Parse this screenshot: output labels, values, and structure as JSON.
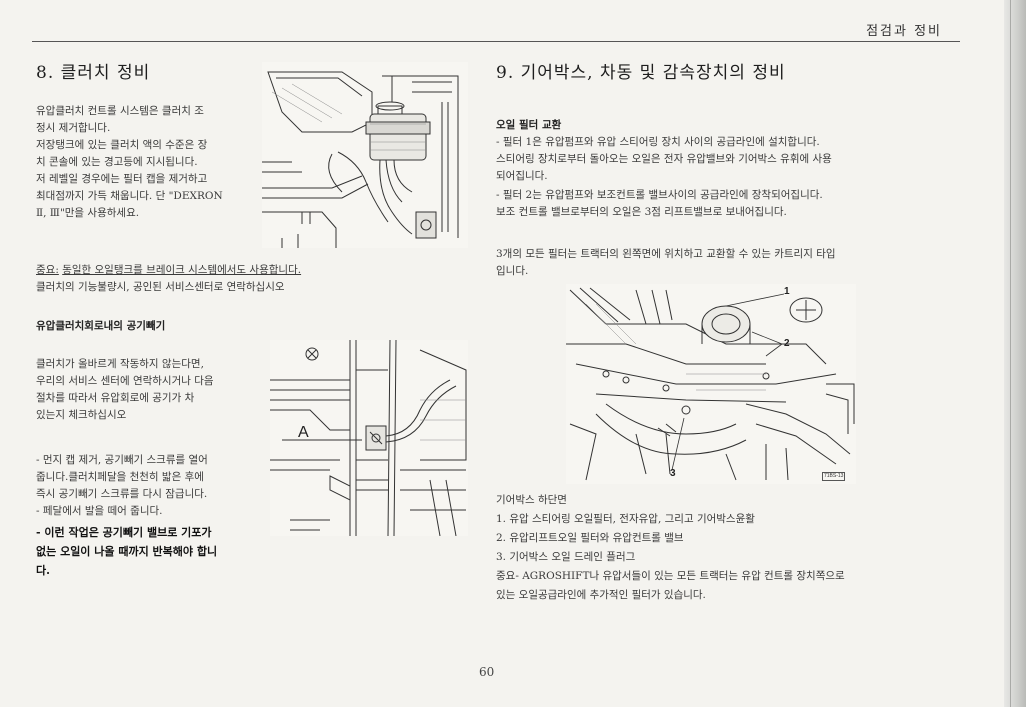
{
  "header": {
    "section": "점검과 정비"
  },
  "left": {
    "title": "8. 클러치 정비",
    "para1": [
      "유압클러치 컨트롤 시스템은 클러치 조",
      "정시 제거합니다.",
      "저장탱크에 있는 클러치 액의 수준은 장",
      "치 콘솔에 있는 경고등에 지시됩니다.",
      "저 레벨일 경우에는 필터 캡을 제거하고",
      "최대점까지 가득 채웁니다. 단 \"DEXRON",
      "Ⅱ, Ⅲ\"만을 사용하세요."
    ],
    "warn_label": "중요:",
    "warn_text": "동일한 오일탱크를 브레이크 시스템에서도 사용합니다.",
    "warn_line2": "클러치의 기능불량시, 공인된 서비스센터로 연락하십시오",
    "section2_title": "유압클러치회로내의 공기빼기",
    "para2": [
      "클러치가 올바르게 작동하지 않는다면,",
      "우리의 서비스 센터에 연락하시거나 다음",
      "절차를 따라서 유압회로에 공기가 차",
      "있는지 체크하십시오"
    ],
    "steps": [
      "- 먼지 캡 제거, 공기빼기 스크류를 열어",
      "줍니다.클러치페달을 천천히 밟은 후에",
      "즉시 공기빼기 스크류를 다시 잠급니다.",
      "- 페달에서 발을 떼어 줍니다."
    ],
    "bold_note": [
      "- 이런 작업은 공기빼기 밸브로 기포가",
      "없는 오일이 나올 때까지 반복해야 합니",
      "다."
    ],
    "fig2_label": "A"
  },
  "right": {
    "title": "9. 기어박스, 차동 및 감속장치의 정비",
    "subtitle": "오일 필터 교환",
    "para1": [
      "- 필터 1은 유압펌프와 유압 스티어링 장치 사이의 공급라인에 설치합니다.",
      "스티어링 장치로부터 돌아오는 오일은 전자 유압밸브와 기어박스 유휘에 사용",
      "되어집니다.",
      "- 필터 2는 유압펌프와 보조컨트롤 밸브사이의 공급라인에 장착되어집니다.",
      "보조 컨트롤 밸브로부터의 오일은 3점 리프트밸브로 보내어집니다."
    ],
    "para2": [
      "3개의 모든 필터는 트랙터의 왼쪽면에 위치하고 교환할 수 있는 카트리지 타입",
      "입니다."
    ],
    "fig_callouts": [
      "1",
      "2",
      "3"
    ],
    "fig_code": "71BS-13",
    "caption": "기어박스 하단면",
    "list": [
      "1. 유압 스티어링 오일필터, 전자유압, 그리고 기어박스윤활",
      "2. 유압리프트오일 필터와 유압컨트롤 밸브",
      "3. 기어박스 오일 드레인 플러그"
    ],
    "note": [
      "중요- AGROSHIFT나 유압서들이 있는 모든 트랙터는 유압 컨트롤 장치쪽으로",
      "있는 오일공급라인에 추가적인 필터가 있습니다."
    ]
  },
  "page_number": "60"
}
